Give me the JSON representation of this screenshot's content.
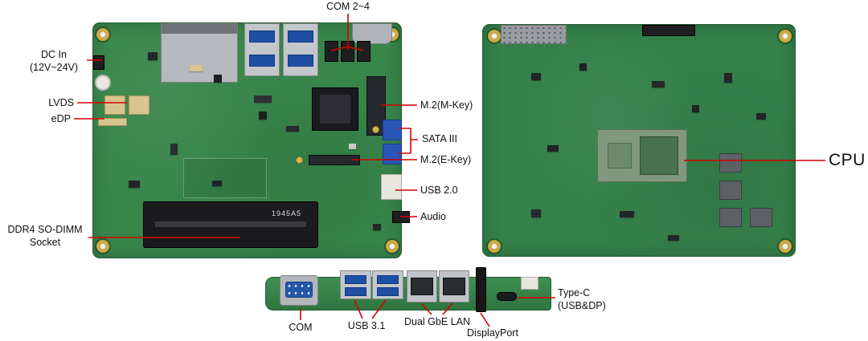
{
  "page": {
    "bg": "#ffffff",
    "leader_color": "#d40000"
  },
  "top_board": {
    "silkscreen": "1945A5",
    "labels": {
      "com": "COM 2~4",
      "dc_in_l1": "DC In",
      "dc_in_l2": "(12V~24V)",
      "lvds": "LVDS",
      "edp": "eDP",
      "ddr4_l1": "DDR4 SO-DIMM",
      "ddr4_l2": "Socket",
      "m2_m": "M.2(M-Key)",
      "sata": "SATA III",
      "m2_e": "M.2(E-Key)",
      "usb2": "USB 2.0",
      "audio": "Audio"
    }
  },
  "back_board": {
    "labels": {
      "cpu": "CPU"
    }
  },
  "edge_view": {
    "labels": {
      "com": "COM",
      "usb31": "USB 3.1",
      "lan": "Dual GbE LAN",
      "dp": "DisplayPort",
      "typec_l1": "Type-C",
      "typec_l2": "(USB&DP)"
    }
  }
}
